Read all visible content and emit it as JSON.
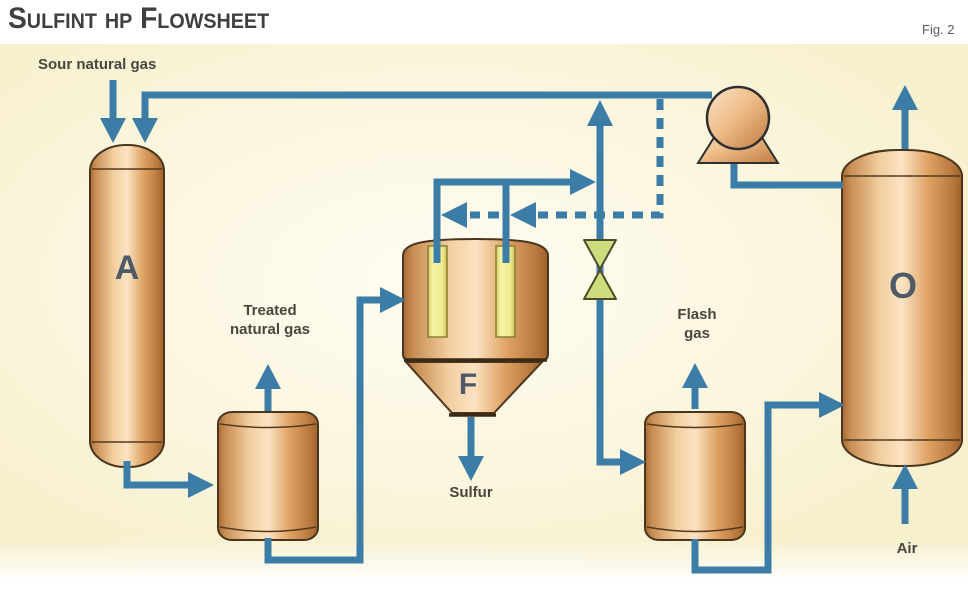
{
  "figure": {
    "title": "Sulfint hp Flowsheet",
    "figure_number": "Fig. 2"
  },
  "stream_labels": {
    "sour_natural_gas": "Sour natural gas",
    "treated_natural_gas": "Treated\nnatural gas",
    "sulfur": "Sulfur",
    "flash_gas": "Flash\ngas",
    "air": "Air"
  },
  "equipment": {
    "absorber": "A",
    "filter": "F",
    "oxidizer": "O"
  },
  "colors": {
    "pipe_blue": "#3B7DA6",
    "vessel_orange_light": "#FBE3C2",
    "vessel_orange_dark": "#A86A34",
    "valve_green": "#CDDC7C",
    "filter_candle_yellow": "#F2EE9B",
    "background_cream": "#F9F3D6",
    "label_gray": "#4A453F"
  }
}
